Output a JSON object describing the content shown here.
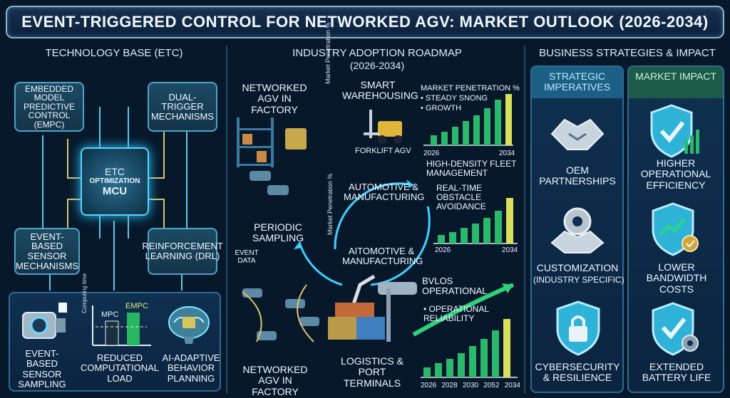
{
  "title": "EVENT-TRIGGERED CONTROL FOR NETWORKED AGV: MARKET OUTLOOK (2026-2034)",
  "left": {
    "heading": "TECHNOLOGY BASE (ETC)",
    "empc_box": "EMBEDDED MODEL PREDICTIVE CONTROL (EMPC)",
    "dual_trigger_box": "DUAL-TRIGGER MECHANISMS",
    "chip_line1": "ETC",
    "chip_line2": "OPTIMIZATION",
    "chip_line3": "MCU",
    "event_sensor_box": "EVENT-BASED SENSOR MECHANISMS",
    "rl_box": "REINFORCEMENT LEARNING (DRL)",
    "sensor_sampling": "EVENT-BASED SENSOR SAMPLING",
    "reduced_load": "REDUCED COMPUTATIONAL LOAD",
    "ai_adaptive": "AI-ADAPTIVE BEHAVIOR PLANNING",
    "mini_chart": {
      "y_label": "Computing time",
      "bar1": "MPC",
      "bar2": "EMPC"
    }
  },
  "middle": {
    "heading": "INDUSTRY ADOPTION ROADMAP",
    "heading_years": "(2026-2034)",
    "networked_agv_top": "NETWORKED AGV IN FACTORY",
    "smart_warehousing": "SMART WAREHOUSING",
    "market_penetration_top": "MARKET PENETRATION %",
    "bullet_steady": "• STEADY SNONG",
    "bullet_growth": "• GROWTH",
    "forklift_agv": "FORKLIFT AGV",
    "axis_start_1": "2026",
    "axis_end_1": "2034",
    "high_density": "HIGH-DENSITY FLEET MANAGEMENT",
    "automotive_top": "AUTOMOTIVE & MANUFACTURING",
    "real_time": "REAL-TIME OBSTACLE AVOIDANCE",
    "axis_start_2": "2026",
    "axis_end_2": "2034",
    "periodic_sampling": "PERIODIC SAMPLING",
    "market_penetration_vertical": "Market Penetration %",
    "aitomotive": "AITOMOTIVE & MANUFACTURING",
    "event_data": "EVENT DATA",
    "bvlos": "BVLOS OPERATIONAL",
    "bullet_reliability": "• OPERATIONAL RELIABILITY",
    "networked_agv_bottom": "NETWORKED AGV IN FACTORY",
    "logistics": "LOGISTICS & PORT TERMINALS",
    "axis_years_3": [
      "2026",
      "2028",
      "2030",
      "2052",
      "2034"
    ]
  },
  "right": {
    "heading": "BUSINESS STRATEGIES & IMPACT",
    "col1_title": "STRATEGIC IMPERATIVES",
    "col2_title": "MARKET IMPACT",
    "oem": "OEM PARTNERSHIPS",
    "customization": "CUSTOMIZATION",
    "customization_sub": "(INDUSTRY SPECIFIC)",
    "cyber": "CYBERSECURITY & RESILIENCE",
    "higher_eff": "HIGHER OPERATIONAL EFFICIENCY",
    "lower_bw": "LOWER BANDWIDTH COSTS",
    "battery": "EXTENDED BATTERY LIFE"
  },
  "colors": {
    "accent": "#3fd0ff",
    "bar": "#2ab86a",
    "bar_top": "#d7e05a",
    "shield": "#2fb2d8",
    "panel_green": "#1e5a48"
  }
}
